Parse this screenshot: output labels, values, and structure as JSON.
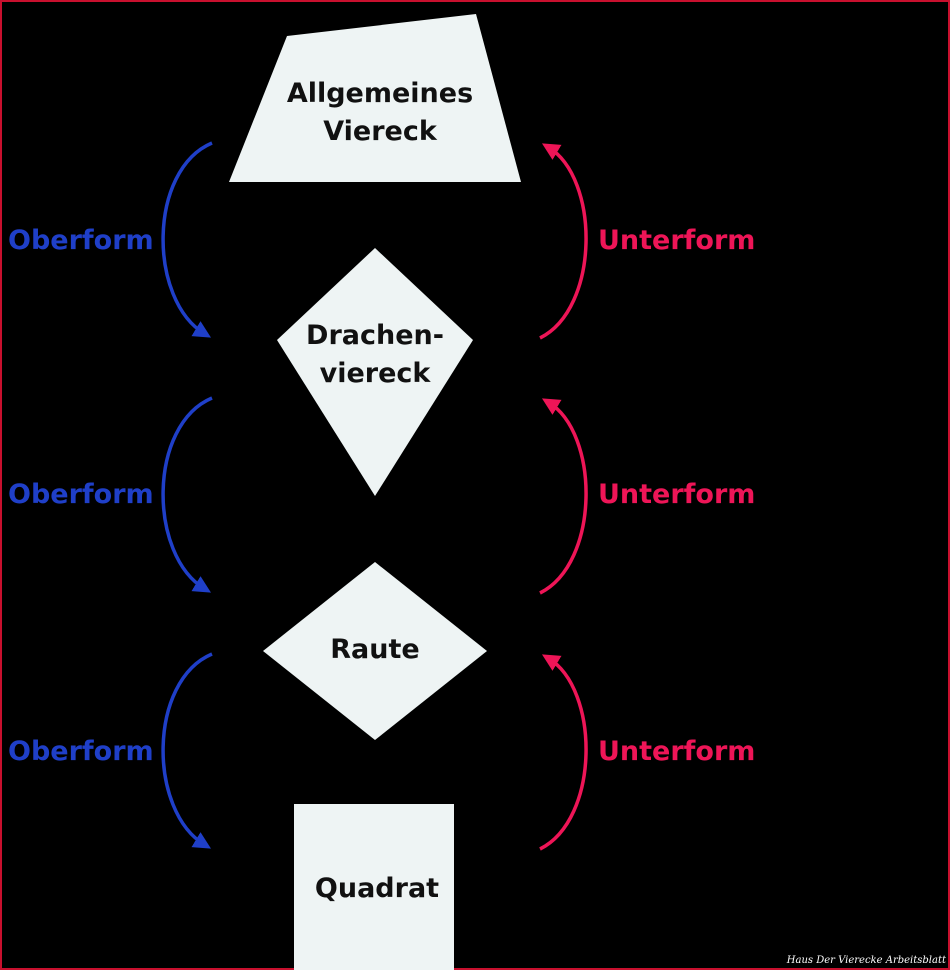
{
  "colors": {
    "background": "#000000",
    "shape_fill": "#eef4f4",
    "oberform": "#1f3fc8",
    "unterform": "#ee1557",
    "border": "#c8102e"
  },
  "shapes": {
    "general_quad": {
      "line1": "Allgemeines",
      "line2": "Viereck"
    },
    "kite": {
      "line1": "Drachen-",
      "line2": "viereck"
    },
    "rhombus": {
      "label": "Raute"
    },
    "square": {
      "label": "Quadrat"
    }
  },
  "relations": {
    "left": [
      "Oberform",
      "Oberform",
      "Oberform"
    ],
    "right": [
      "Unterform",
      "Unterform",
      "Unterform"
    ]
  },
  "watermark": "Haus Der Vierecke Arbeitsblatt"
}
